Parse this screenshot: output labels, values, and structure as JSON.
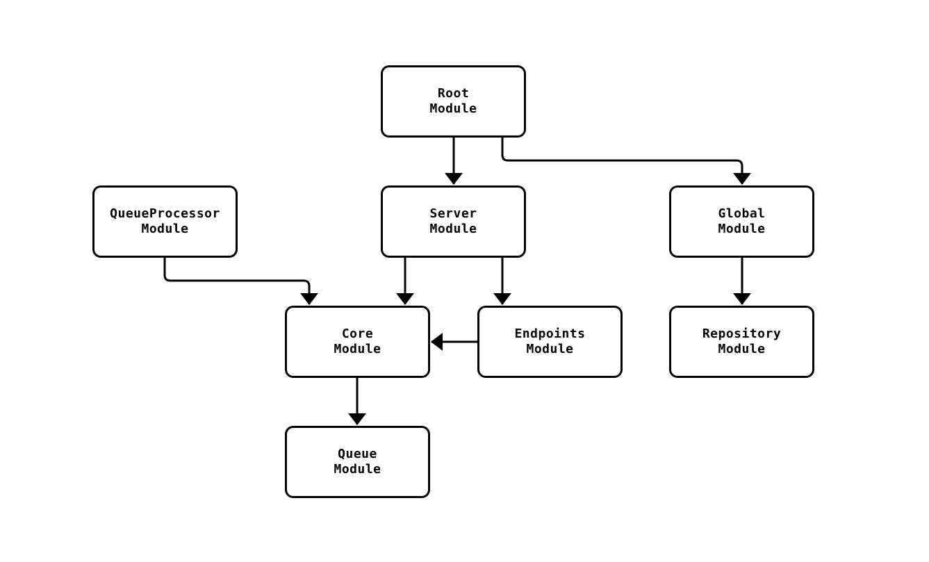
{
  "diagram": {
    "type": "module-dependency-flowchart",
    "background_color": "#ffffff",
    "node_fill_color": "#ffffff",
    "stroke_color": "#000000",
    "nodes": {
      "root": {
        "lines": [
          "Root",
          "Module"
        ]
      },
      "queueprocessor": {
        "lines": [
          "QueueProcessor",
          "Module"
        ]
      },
      "server": {
        "lines": [
          "Server",
          "Module"
        ]
      },
      "global": {
        "lines": [
          "Global",
          "Module"
        ]
      },
      "core": {
        "lines": [
          "Core",
          "Module"
        ]
      },
      "endpoints": {
        "lines": [
          "Endpoints",
          "Module"
        ]
      },
      "repository": {
        "lines": [
          "Repository",
          "Module"
        ]
      },
      "queue": {
        "lines": [
          "Queue",
          "Module"
        ]
      }
    },
    "edges": [
      {
        "from": "root",
        "to": "server"
      },
      {
        "from": "root",
        "to": "global"
      },
      {
        "from": "queueprocessor",
        "to": "core"
      },
      {
        "from": "server",
        "to": "core"
      },
      {
        "from": "server",
        "to": "endpoints"
      },
      {
        "from": "endpoints",
        "to": "core"
      },
      {
        "from": "global",
        "to": "repository"
      },
      {
        "from": "core",
        "to": "queue"
      }
    ]
  }
}
